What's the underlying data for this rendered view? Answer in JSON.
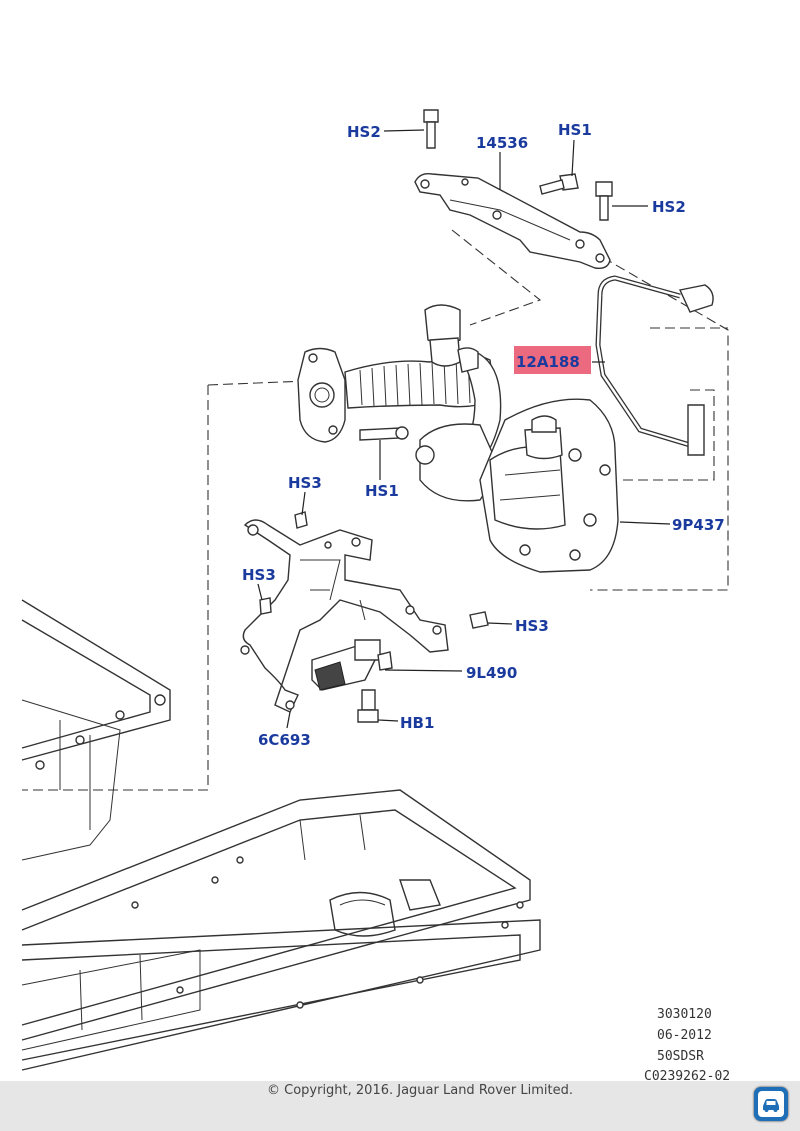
{
  "callouts": {
    "hs2_top": "HS2",
    "p14536": "14536",
    "hs1_top": "HS1",
    "hs2_right": "HS2",
    "p12A188": "12A188",
    "hs1_mid": "HS1",
    "hs3_a": "HS3",
    "p9P437": "9P437",
    "hs3_b": "HS3",
    "hs3_c": "HS3",
    "p9L490": "9L490",
    "hb1": "HB1",
    "p6C693": "6C693"
  },
  "highlight_color": "#e8506a",
  "callout_color": "#1a3a9e",
  "reference_block": {
    "line1": "3030120",
    "line2": "06-2012",
    "line3": "50SDSR",
    "line4": "C0239262-02"
  },
  "footer": {
    "copyright": "© Copyright, 2016. Jaguar Land Rover Limited.",
    "app_icon": "car-service-icon"
  }
}
